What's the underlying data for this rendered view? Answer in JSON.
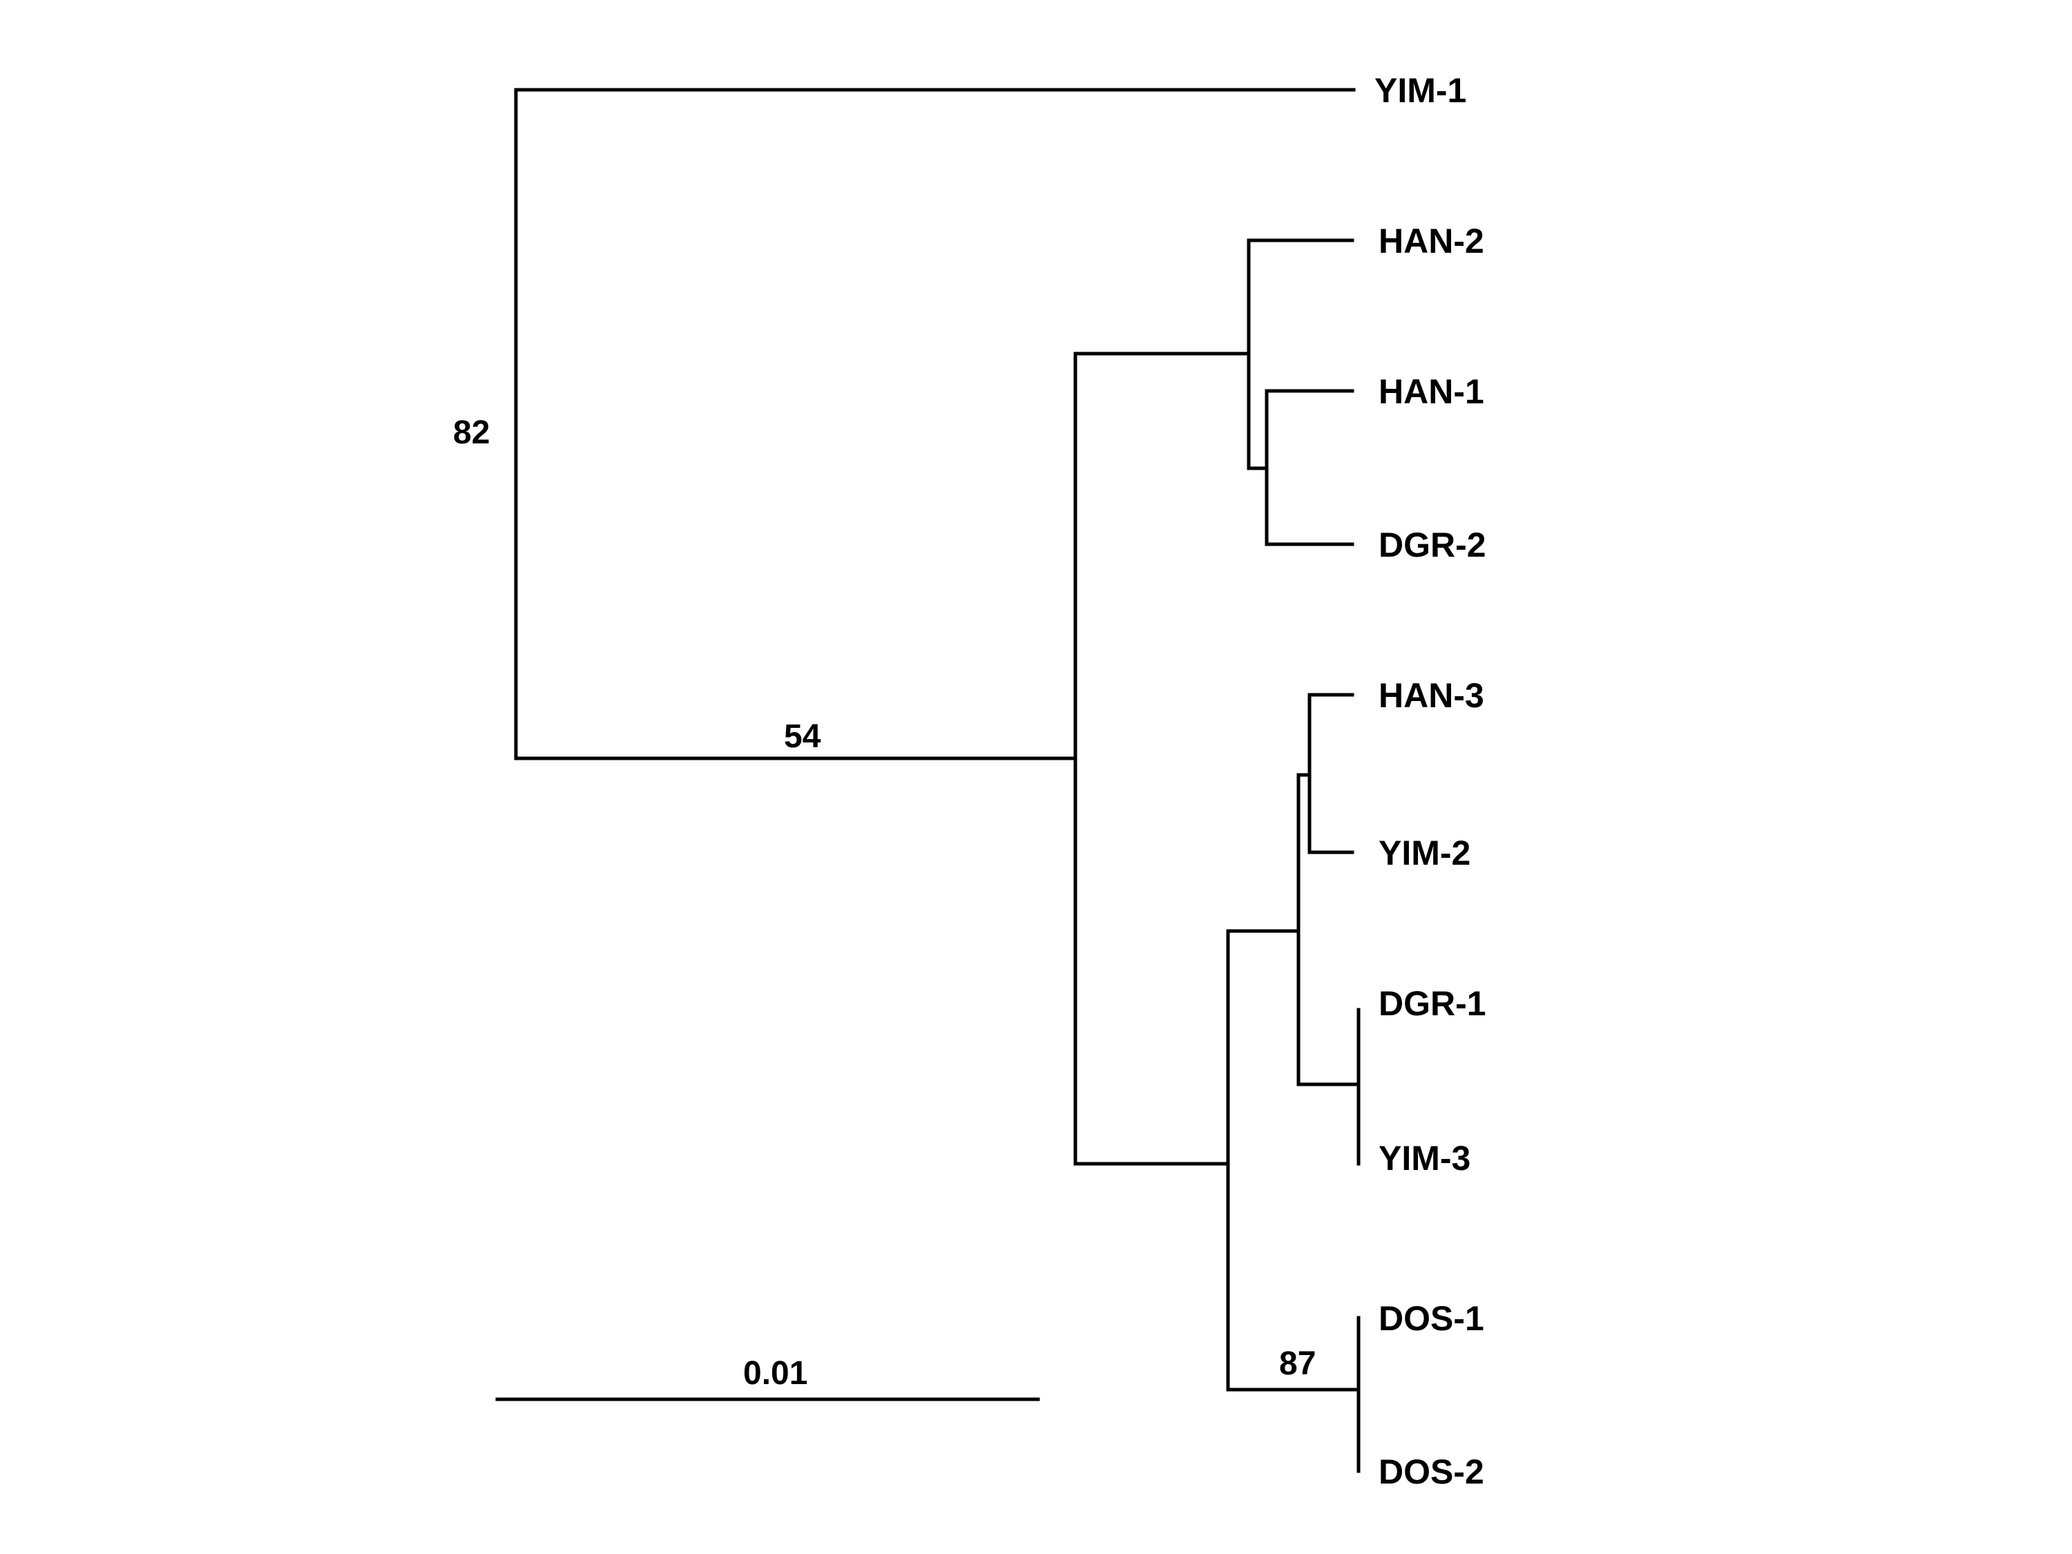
{
  "tree": {
    "leaves": [
      "YIM-1",
      "HAN-2",
      "HAN-1",
      "DGR-2",
      "HAN-3",
      "YIM-2",
      "DGR-1",
      "YIM-3",
      "DOS-1",
      "DOS-2"
    ],
    "support_values": {
      "yim1_branch": "82",
      "ingroup_branch": "54",
      "dos_clade": "87"
    },
    "scale_bar": {
      "label": "0.01"
    }
  },
  "colors": {
    "line": "#000000",
    "text": "#000000",
    "background": "#ffffff"
  }
}
